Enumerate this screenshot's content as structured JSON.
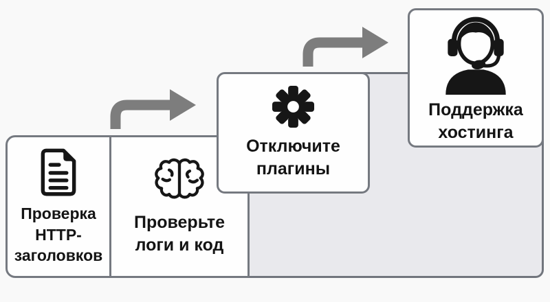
{
  "palette": {
    "canvas_bg": "#f9f9f9",
    "box_bg": "#fefefe",
    "box_border": "#757980",
    "stair_fill": "#e9e9ed",
    "stair_border": "#71757d",
    "arrow_color": "#7d7d7d",
    "text_color": "#141414",
    "icon_color": "#161616"
  },
  "steps": [
    {
      "icon": "document-icon",
      "lines": [
        "Проверка",
        "HTTP-",
        "заголовков"
      ]
    },
    {
      "icon": "brain-icon",
      "lines": [
        "Проверьте",
        "логи и код"
      ]
    },
    {
      "icon": "gear-icon",
      "lines": [
        "Отключите",
        "плагины"
      ]
    },
    {
      "icon": "headset-person-icon",
      "lines": [
        "Поддержка",
        "хостинга"
      ]
    }
  ],
  "arrows": [
    {
      "icon": "arrow-right-icon",
      "direction": "up-then-right"
    },
    {
      "icon": "arrow-right-icon",
      "direction": "up-then-right"
    }
  ]
}
